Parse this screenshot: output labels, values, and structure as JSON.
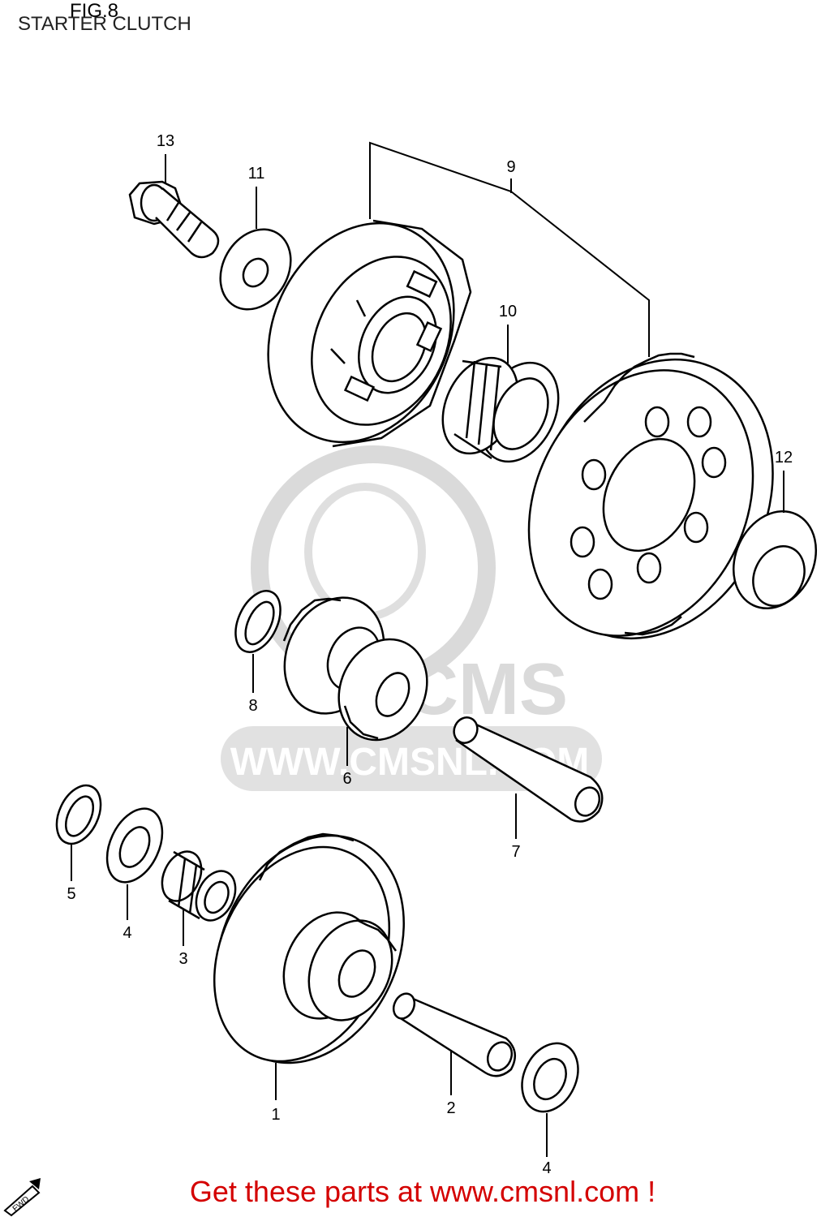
{
  "header": {
    "figure": "FIG.8",
    "subtitle": "STARTER CLUTCH"
  },
  "watermark": {
    "brand": "CMS",
    "url": "WWW.CMSNL.COM"
  },
  "fwd": "FWD",
  "callouts": [
    {
      "id": "c13",
      "text": "13"
    },
    {
      "id": "c11",
      "text": "11"
    },
    {
      "id": "c9",
      "text": "9"
    },
    {
      "id": "c10",
      "text": "10"
    },
    {
      "id": "c12",
      "text": "12"
    },
    {
      "id": "c8",
      "text": "8"
    },
    {
      "id": "c6",
      "text": "6"
    },
    {
      "id": "c7",
      "text": "7"
    },
    {
      "id": "c5",
      "text": "5"
    },
    {
      "id": "c4a",
      "text": "4"
    },
    {
      "id": "c3",
      "text": "3"
    },
    {
      "id": "c1",
      "text": "1"
    },
    {
      "id": "c2",
      "text": "2"
    },
    {
      "id": "c4b",
      "text": "4"
    }
  ],
  "footer": {
    "text": "Get these parts at www.cmsnl.com !"
  },
  "colors": {
    "footer": "#d40000",
    "line": "#000000",
    "watermark": "#d6d6d6"
  }
}
